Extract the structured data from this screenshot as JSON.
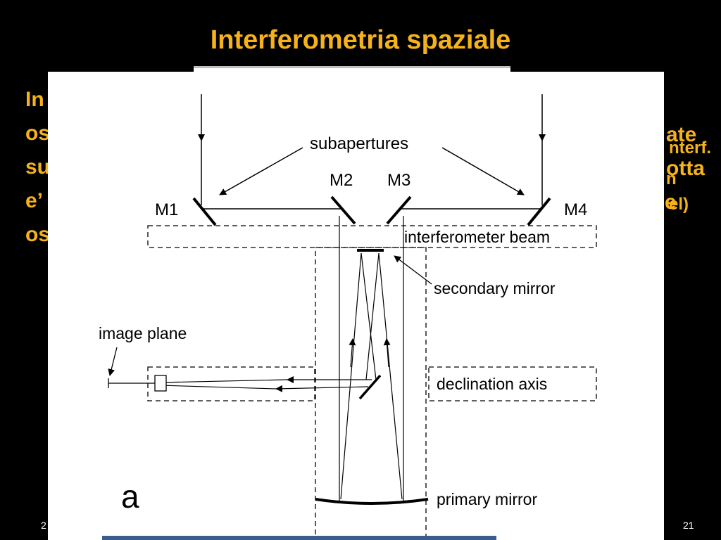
{
  "slide": {
    "title": "Interferometria spaziale",
    "page_number": "21",
    "date_fragment": "2"
  },
  "background_text": {
    "left_fragments": [
      "In",
      "os",
      "su",
      "e’",
      "os"
    ],
    "right_fragments": [
      "ate",
      "nterf.",
      "otta",
      "n",
      "e",
      "el)"
    ]
  },
  "diagram": {
    "labels": {
      "subapertures": "subapertures",
      "m1": "M1",
      "m2": "M2",
      "m3": "M3",
      "m4": "M4",
      "interferometer_beam": "interferometer beam",
      "secondary_mirror": "secondary mirror",
      "image_plane": "image plane",
      "declination_axis": "declination axis",
      "primary_mirror": "primary mirror",
      "panel_letter": "a"
    }
  }
}
